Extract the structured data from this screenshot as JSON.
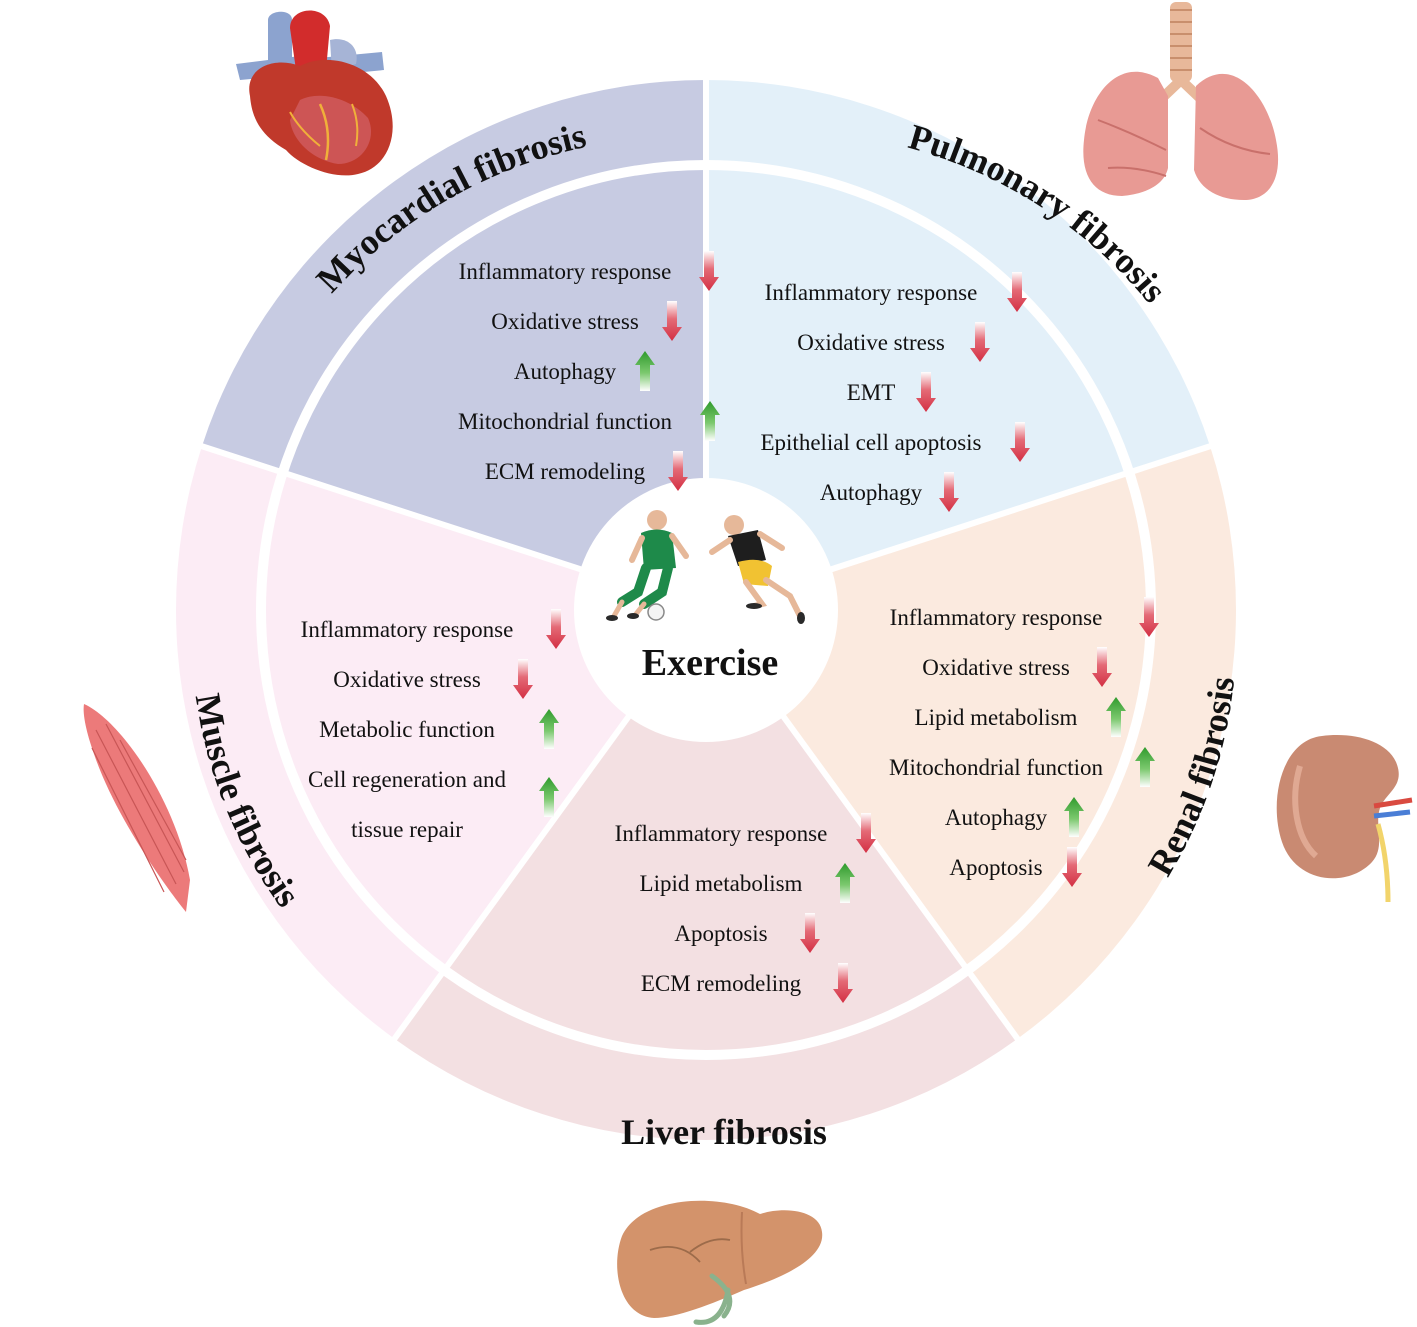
{
  "center": {
    "title": "Exercise",
    "icon": "exercise-players-icon"
  },
  "colors": {
    "up": "#3ea83a",
    "down": "#d83a4a",
    "myocardial": "#c7cbe2",
    "pulmonary": "#e3f0f9",
    "renal": "#fbeadf",
    "liver": "#f3e0e2",
    "muscle": "#fcecf5"
  },
  "sectors": [
    {
      "id": "myocardial",
      "title": "Myocardial fibrosis",
      "organ_icon": "heart-icon",
      "items": [
        {
          "label": "Inflammatory response",
          "dir": "down"
        },
        {
          "label": "Oxidative stress",
          "dir": "down"
        },
        {
          "label": "Autophagy",
          "dir": "up"
        },
        {
          "label": "Mitochondrial function",
          "dir": "up"
        },
        {
          "label": "ECM remodeling",
          "dir": "down"
        }
      ]
    },
    {
      "id": "pulmonary",
      "title": "Pulmonary fibrosis",
      "organ_icon": "lungs-icon",
      "items": [
        {
          "label": "Inflammatory response",
          "dir": "down"
        },
        {
          "label": "Oxidative stress",
          "dir": "down"
        },
        {
          "label": "EMT",
          "dir": "down"
        },
        {
          "label": "Epithelial cell apoptosis",
          "dir": "down"
        },
        {
          "label": "Autophagy",
          "dir": "down"
        }
      ]
    },
    {
      "id": "renal",
      "title": "Renal fibrosis",
      "organ_icon": "kidney-icon",
      "items": [
        {
          "label": "Inflammatory response",
          "dir": "down"
        },
        {
          "label": "Oxidative stress",
          "dir": "down"
        },
        {
          "label": "Lipid metabolism",
          "dir": "up"
        },
        {
          "label": "Mitochondrial function",
          "dir": "up"
        },
        {
          "label": "Autophagy",
          "dir": "up"
        },
        {
          "label": "Apoptosis",
          "dir": "down"
        }
      ]
    },
    {
      "id": "liver",
      "title": "Liver fibrosis",
      "organ_icon": "liver-icon",
      "items": [
        {
          "label": "Inflammatory response",
          "dir": "down"
        },
        {
          "label": "Lipid metabolism",
          "dir": "up"
        },
        {
          "label": "Apoptosis",
          "dir": "down"
        },
        {
          "label": "ECM remodeling",
          "dir": "down"
        }
      ]
    },
    {
      "id": "muscle",
      "title": "Muscle fibrosis",
      "organ_icon": "muscle-icon",
      "items": [
        {
          "label": "Inflammatory response",
          "dir": "down"
        },
        {
          "label": "Oxidative stress",
          "dir": "down"
        },
        {
          "label": "Metabolic function",
          "dir": "up"
        },
        {
          "label": "Cell regeneration and",
          "dir": "up"
        },
        {
          "label": "tissue repair",
          "dir": "none"
        }
      ]
    }
  ]
}
